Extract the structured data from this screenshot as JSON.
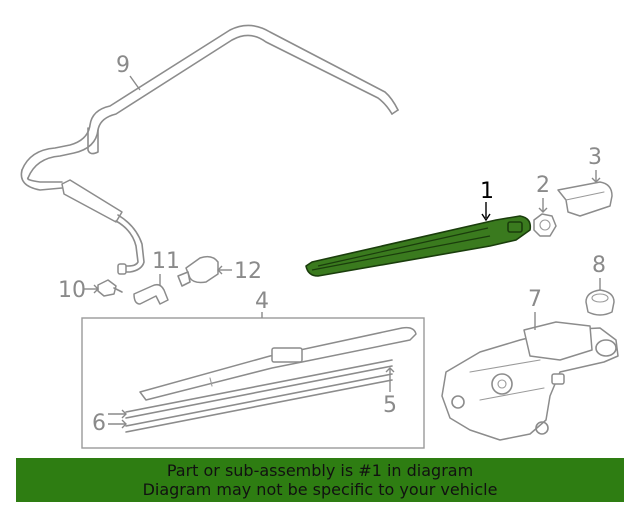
{
  "callouts": {
    "c1": "1",
    "c2": "2",
    "c3": "3",
    "c4": "4",
    "c5": "5",
    "c6": "6",
    "c7": "7",
    "c8": "8",
    "c9": "9",
    "c10": "10",
    "c11": "11",
    "c12": "12"
  },
  "highlighted_part": "1",
  "colors": {
    "highlight": "#3a7a1e",
    "banner": "#2e7d12",
    "line_art": "#8c8c8c"
  },
  "banner": {
    "line1": "Part or sub-assembly is #1 in diagram",
    "line2": "Diagram may not be specific to your vehicle"
  }
}
